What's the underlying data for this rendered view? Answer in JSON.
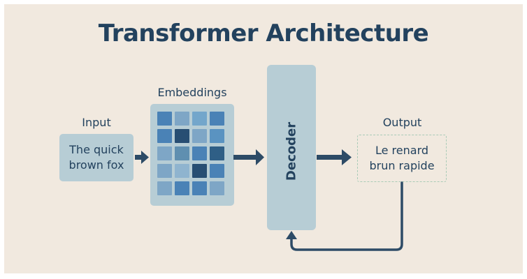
{
  "title": "Transformer Architecture",
  "input": {
    "label": "Input",
    "text": "The quick\nbrown fox"
  },
  "embeddings": {
    "label": "Embeddings",
    "cells": [
      "#4a82b6",
      "#7ea6c6",
      "#73a6cb",
      "#4a82b6",
      "#4a82b6",
      "#274e73",
      "#7ea6c6",
      "#5a93c1",
      "#7ea6c6",
      "#5f8fb0",
      "#4a82b6",
      "#2f5f86",
      "#7ea6c6",
      "#8fb4cf",
      "#274e73",
      "#4a82b6",
      "#7ea6c6",
      "#4a82b6",
      "#4a82b6",
      "#7ea6c6"
    ]
  },
  "decoder": {
    "label": "Decoder"
  },
  "output": {
    "label": "Output",
    "text": "Le renard\nbrun rapide"
  },
  "colors": {
    "background": "#f1e9df",
    "panel": "#b7cdd5",
    "text": "#23425e",
    "arrow": "#2d4b66",
    "output_border": "#a9cbb7"
  }
}
